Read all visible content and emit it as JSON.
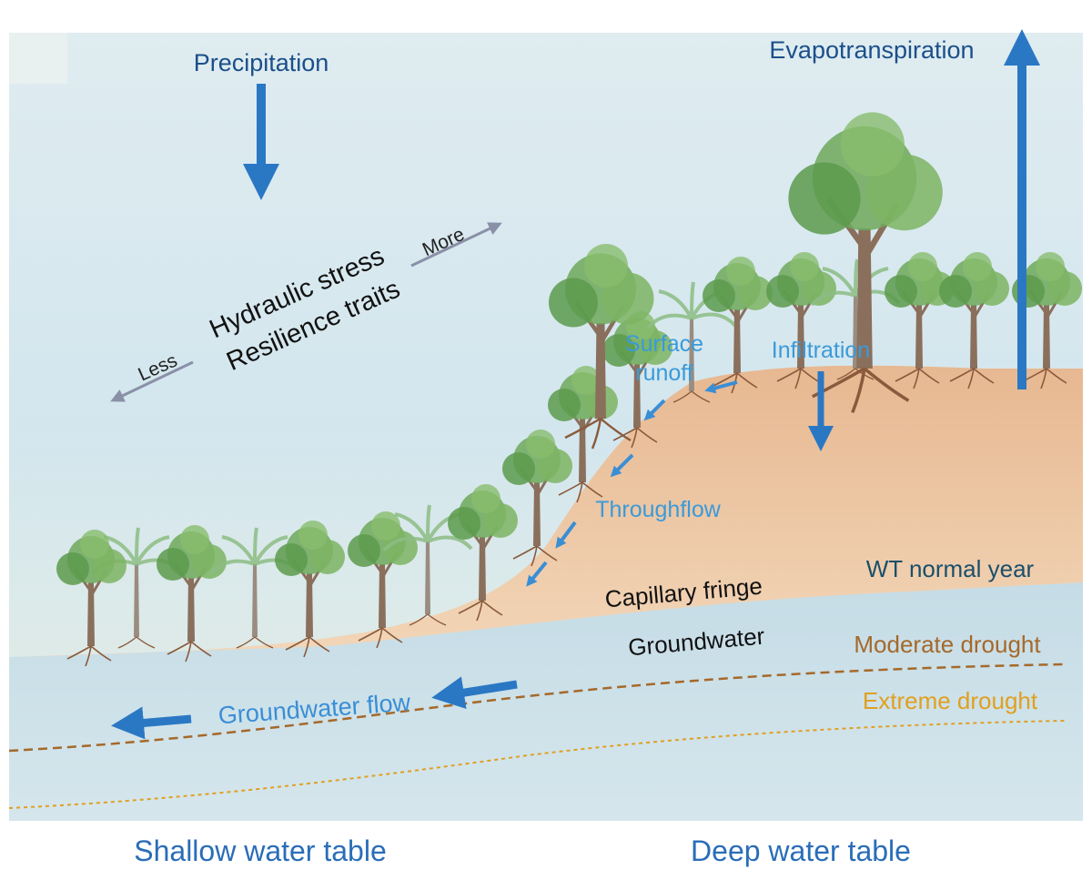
{
  "labels": {
    "precipitation": "Precipitation",
    "evapotranspiration": "Evapotranspiration",
    "more": "More",
    "less": "Less",
    "hydraulic_stress": "Hydraulic stress",
    "resilience_traits": "Resilience traits",
    "surface_runoff_line1": "Surface",
    "surface_runoff_line2": "runoff",
    "infiltration": "Infiltration",
    "throughflow": "Throughflow",
    "capillary_fringe": "Capillary fringe",
    "groundwater": "Groundwater",
    "wt_normal_year": "WT normal year",
    "moderate_drought": "Moderate drought",
    "extreme_drought": "Extreme drought",
    "groundwater_flow": "Groundwater flow",
    "shallow_water_table": "Shallow water table",
    "deep_water_table": "Deep water table"
  },
  "colors": {
    "dark_blue_text": "#1b4f8a",
    "light_blue_text": "#3a9ad9",
    "arrow_blue": "#2a78c4",
    "gray_arrow": "#8a90a8",
    "moderate_drought": "#a5692a",
    "extreme_drought": "#e0a020",
    "sky": "#d6e8ef",
    "soil": "#edc8a4",
    "groundwater": "#c9dfe8"
  },
  "icons": {
    "tree": "tree-icon",
    "palm": "palm-icon"
  }
}
